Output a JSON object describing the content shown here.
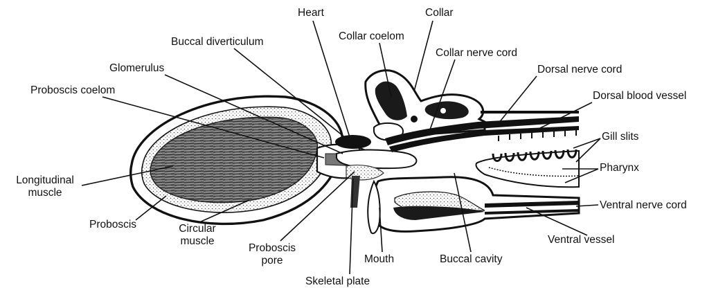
{
  "diagram": {
    "labels": {
      "heart": "Heart",
      "collar": "Collar",
      "collar_coelom": "Collar coelom",
      "buccal_diverticulum": "Buccal diverticulum",
      "collar_nerve_cord": "Collar nerve cord",
      "glomerulus": "Glomerulus",
      "dorsal_nerve_cord": "Dorsal nerve cord",
      "proboscis_coelom": "Proboscis coelom",
      "dorsal_blood_vessel": "Dorsal blood vessel",
      "gill_slits": "Gill slits",
      "pharynx": "Pharynx",
      "longitudinal_muscle_1": "Longitudinal",
      "longitudinal_muscle_2": "muscle",
      "ventral_nerve_cord": "Ventral nerve cord",
      "proboscis": "Proboscis",
      "circular_muscle_1": "Circular",
      "circular_muscle_2": "muscle",
      "ventral_vessel": "Ventral vessel",
      "proboscis_pore_1": "Proboscis",
      "proboscis_pore_2": "pore",
      "mouth": "Mouth",
      "buccal_cavity": "Buccal cavity",
      "skeletal_plate": "Skeletal plate"
    }
  }
}
